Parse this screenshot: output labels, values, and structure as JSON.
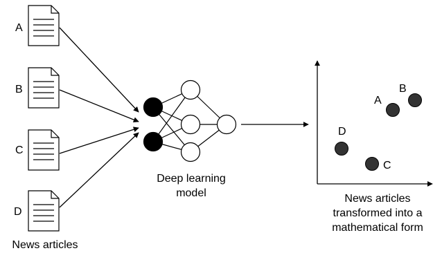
{
  "documents": [
    {
      "label": "A"
    },
    {
      "label": "B"
    },
    {
      "label": "C"
    },
    {
      "label": "D"
    }
  ],
  "documents_caption": "News articles",
  "model_caption": [
    "Deep learning",
    "model"
  ],
  "plot_points": [
    {
      "label": "A"
    },
    {
      "label": "B"
    },
    {
      "label": "C"
    },
    {
      "label": "D"
    }
  ],
  "plot_caption": [
    "News articles",
    "transformed into a",
    "mathematical form"
  ],
  "colors": {
    "stroke": "#000000",
    "node_filled": "#000000",
    "point_fill": "#333333"
  }
}
